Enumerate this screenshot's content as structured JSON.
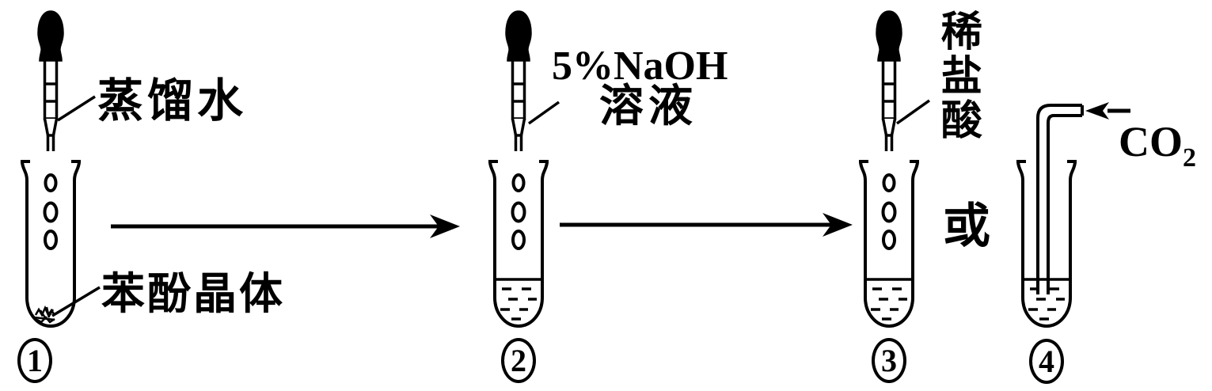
{
  "figure_type": "chemistry-experiment-diagram",
  "colors": {
    "ink": "#000000",
    "background": "#ffffff"
  },
  "or_label": "或",
  "steps": {
    "step1": {
      "number": "1",
      "dropper_label": "蒸馏水",
      "solid_label": "苯酚晶体"
    },
    "step2": {
      "number": "2",
      "dropper_label_line1": "5%NaOH",
      "dropper_label_line2": "溶液"
    },
    "step3": {
      "number": "3",
      "dropper_label": "稀盐酸"
    },
    "step4": {
      "number": "4",
      "gas_formula": "CO",
      "gas_subscript": "2"
    }
  }
}
